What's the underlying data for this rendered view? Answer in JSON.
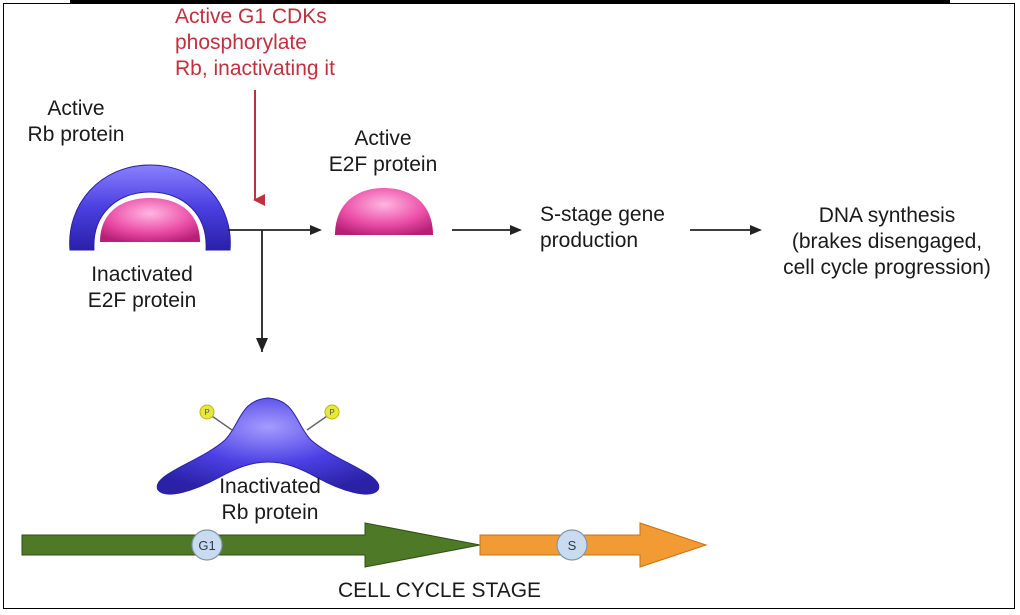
{
  "labels": {
    "cdk_note": [
      "Active G1 CDKs",
      "phosphorylate",
      "Rb, inactivating it"
    ],
    "active_rb": [
      "Active",
      "Rb protein"
    ],
    "inactivated_e2f": [
      "Inactivated",
      "E2F protein"
    ],
    "active_e2f": [
      "Active",
      "E2F protein"
    ],
    "s_stage": [
      "S-stage gene",
      "production"
    ],
    "dna_synthesis": [
      "DNA synthesis",
      "(brakes disengaged,",
      "cell cycle progression)"
    ],
    "inactivated_rb": [
      "Inactivated",
      "Rb protein"
    ],
    "phosphate_marker": "P",
    "cell_cycle_title": "CELL CYCLE STAGE"
  },
  "cell_cycle": {
    "stages": [
      {
        "name": "G1",
        "color": "#4e7a28"
      },
      {
        "name": "S",
        "color": "#f29a33"
      }
    ]
  },
  "colors": {
    "rb_protein": "#4b3fe0",
    "e2f_protein": "#e0429a",
    "arrow_red": "#c0313e",
    "phosphate": "#e8e83a",
    "stage_circle": "#c9dcef"
  }
}
